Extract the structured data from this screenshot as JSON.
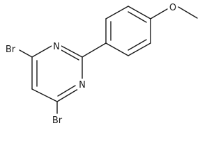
{
  "molecule": {
    "atoms": {
      "br_top": "Br",
      "br_bottom": "Br",
      "n_top": "N",
      "n_bottom": "N",
      "o_methoxy": "O"
    }
  }
}
